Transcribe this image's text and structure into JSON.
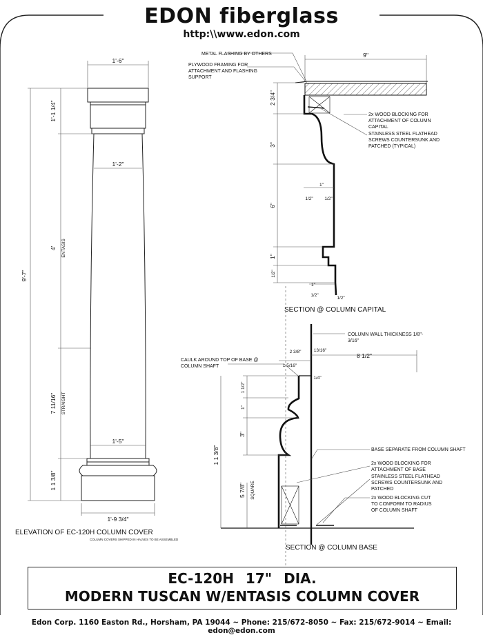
{
  "header": {
    "brand": "EDON fiberglass",
    "url": "http:\\\\www.edon.com"
  },
  "elevation": {
    "caption": "ELEVATION OF EC-120H COLUMN COVER",
    "subcaption": "COLUMN COVERS SHIPPED IN HALVES TO BE ASSEMBLED",
    "dims": {
      "top_width": "1'-6\"",
      "capital_height": "1'-1 1/4\"",
      "neck_width": "1'-2\"",
      "entasis_height": "4'",
      "entasis_label": "ENTASIS",
      "overall_height": "9'-7\"",
      "straight_height": "7 11/16\"",
      "straight_label": "STRAIGHT",
      "base_shaft_width": "1'-5\"",
      "base_height": "1 1 3/8\"",
      "plinth_width": "1'-9 3/4\""
    }
  },
  "capital_section": {
    "caption": "SECTION @ COLUMN CAPITAL",
    "notes": {
      "flashing": "METAL FLASHING BY OTHERS",
      "plywood": [
        "PLYWOOD FRAMING FOR",
        "ATTACHMENT AND FLASHING",
        "SUPPORT"
      ],
      "blocking": [
        "2x WOOD BLOCKING FOR",
        "ATTACHMENT OF COLUMN",
        "CAPITAL"
      ],
      "screws": [
        "STAINLESS STEEL FLATHEAD",
        "SCREWS COUNTERSUNK AND",
        "PATCHED (TYPICAL)"
      ]
    },
    "dims": {
      "width": "9\"",
      "d1": "2 3/4\"",
      "d2": "3\"",
      "d3": "6\"",
      "d4": "1\"",
      "d5": "1/2\"",
      "one_in": "1\"",
      "half_a": "1/2\"",
      "half_b": "1/2\"",
      "one_in_b": "1\"",
      "half_c": "1/2\"",
      "half_d": "1/2\""
    }
  },
  "base_section": {
    "caption": "SECTION @ COLUMN BASE",
    "notes": {
      "wall": [
        "COLUMN WALL THICKNESS 1/8\"-",
        "3/16\""
      ],
      "caulk": [
        "CAULK AROUND TOP OF BASE @",
        "COLUMN SHAFT"
      ],
      "separate": "BASE SEPARATE FROM COLUMN SHAFT",
      "blocking": [
        "2x WOOD BLOCKING FOR",
        "ATTACHMENT OF BASE"
      ],
      "screws": [
        "STAINLESS STEEL FLATHEAD",
        "SCREWS COUNTERSUNK AND",
        "PATCHED"
      ],
      "blocking_cut": [
        "2x WOOD BLOCKING CUT",
        "TO CONFORM TO RADIUS",
        "OF COLUMN SHAFT"
      ]
    },
    "dims": {
      "width": "8 1/2\"",
      "w1": "2 3/8\"",
      "w2": "13/16\"",
      "w3": "1 5/16\"",
      "w4": "1/4\"",
      "d1": "1 1/2\"",
      "d2": "1\"",
      "d3": "3\"",
      "overall": "1 1 3/8\"",
      "square": "5 7/8\"",
      "square_label": "SQUARE"
    }
  },
  "title": {
    "line1": "EC-120H  17\" DIA.",
    "line2": "MODERN TUSCAN W/ENTASIS COLUMN COVER"
  },
  "footer": "Edon Corp. 1160 Easton Rd., Horsham, PA 19044 ~ Phone: 215/672-8050 ~ Fax: 215/672-9014 ~ Email: edon@edon.com"
}
